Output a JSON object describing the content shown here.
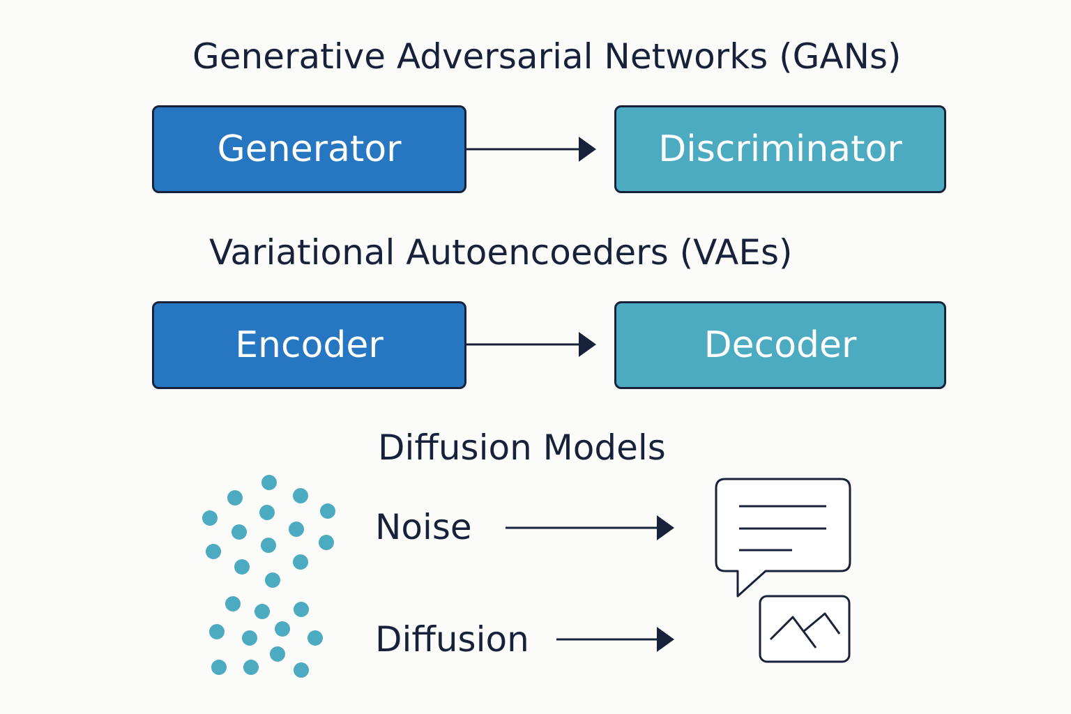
{
  "gan": {
    "title": "Generative Adversarial Networks (GANs)",
    "left_box": "Generator",
    "right_box": "Discriminator"
  },
  "vae": {
    "title": "Variational Autoencoeders (VAEs)",
    "left_box": "Encoder",
    "right_box": "Decoder"
  },
  "diffusion": {
    "title": "Diffusion Models",
    "noise_label": "Noise",
    "diffusion_label": "Diffusion",
    "text_output_icon": "speech-bubble-text-icon",
    "image_output_icon": "image-landscape-icon"
  },
  "colors": {
    "ink": "#17223a",
    "blue": "#2776c2",
    "teal": "#4cabc0",
    "dot": "#4cabc0",
    "background": "#fbfbf9"
  }
}
